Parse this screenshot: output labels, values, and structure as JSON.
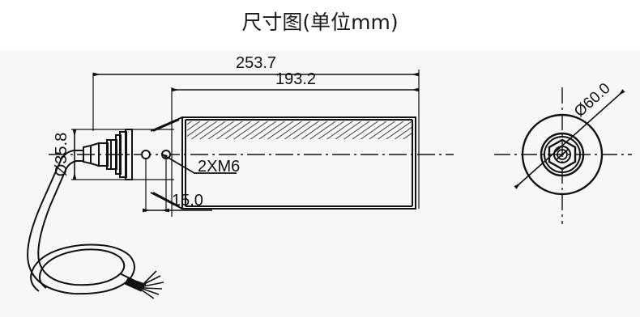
{
  "page": {
    "title": "尺寸图(单位mm)",
    "background_color": "#ffffff",
    "panel_color": "#f7f7f7",
    "line_color": "#111111"
  },
  "drawing": {
    "type": "engineering-dimension-drawing",
    "subject": "cylindrical sensor with cable and connector",
    "views": [
      {
        "name": "side-section-view",
        "position": "left"
      },
      {
        "name": "end-face-view",
        "position": "right"
      }
    ]
  },
  "dimensions": {
    "overall_length": "253.7",
    "body_length": "193.2",
    "connector_diameter": "Ø35.8",
    "hole_offset": "15.0",
    "thread_callout": "2XM6",
    "face_diameter": "Ø60.0"
  },
  "features": {
    "mounting_holes_count": 2,
    "thread_spec": "M6",
    "hatching": "section-hatch-45deg",
    "centerline_style": "dash-dot"
  }
}
